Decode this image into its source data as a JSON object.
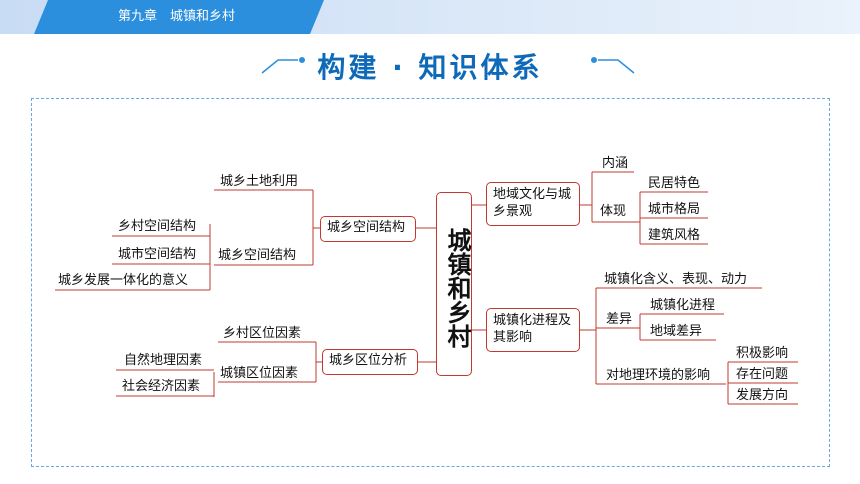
{
  "header": {
    "chapter": "第九章　城镇和乡村"
  },
  "title": "构建 · 知识体系",
  "center": "城镇和乡村",
  "left": {
    "spatial_structure": {
      "label": "城乡空间结构",
      "land_use": "城乡土地利用",
      "sub": {
        "label": "城乡空间结构",
        "items": [
          "乡村空间结构",
          "城市空间结构",
          "城乡发展一体化的意义"
        ]
      }
    },
    "location_analysis": {
      "label": "城乡区位分析",
      "rural_factors": "乡村区位因素",
      "town": {
        "label": "城镇区位因素",
        "items": [
          "自然地理因素",
          "社会经济因素"
        ]
      }
    }
  },
  "right": {
    "culture": {
      "label": "地域文化与城乡景观",
      "connotation": "内涵",
      "embody": {
        "label": "体现",
        "items": [
          "民居特色",
          "城市格局",
          "建筑风格"
        ]
      }
    },
    "urbanization": {
      "label": "城镇化进程及其影响",
      "meaning": "城镇化含义、表现、动力",
      "difference": {
        "label": "差异",
        "items": [
          "城镇化进程",
          "地域差异"
        ]
      },
      "environment": {
        "label": "对地理环境的影响",
        "items": [
          "积极影响",
          "存在问题",
          "发展方向"
        ]
      }
    }
  },
  "colors": {
    "accent": "#2b8fde",
    "title": "#0e6ab8",
    "box": "#c2392f",
    "line": "#c2392f",
    "frame": "#6aa6e6"
  }
}
